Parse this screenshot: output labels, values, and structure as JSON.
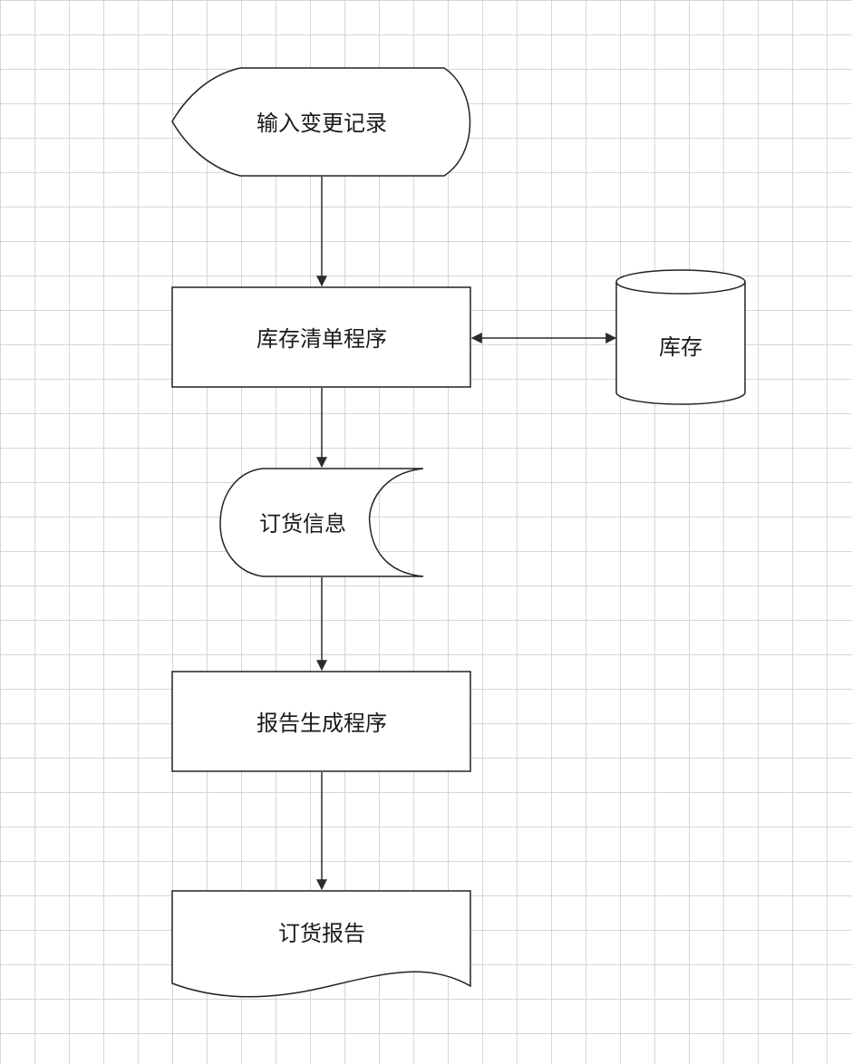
{
  "diagram": {
    "nodes": [
      {
        "id": "input",
        "shape": "display",
        "label": "输入变更记录"
      },
      {
        "id": "inventory_program",
        "shape": "process",
        "label": "库存清单程序"
      },
      {
        "id": "inventory",
        "shape": "database",
        "label": "库存"
      },
      {
        "id": "order_info",
        "shape": "stored-data",
        "label": "订货信息"
      },
      {
        "id": "report_program",
        "shape": "process",
        "label": "报告生成程序"
      },
      {
        "id": "order_report",
        "shape": "document",
        "label": "订货报告"
      }
    ],
    "edges": [
      {
        "from": "input",
        "to": "inventory_program",
        "direction": "forward"
      },
      {
        "from": "inventory_program",
        "to": "inventory",
        "direction": "both"
      },
      {
        "from": "inventory_program",
        "to": "order_info",
        "direction": "forward"
      },
      {
        "from": "order_info",
        "to": "report_program",
        "direction": "forward"
      },
      {
        "from": "report_program",
        "to": "order_report",
        "direction": "forward"
      }
    ],
    "style": {
      "grid_color": "#d6d6d6",
      "stroke_color": "#222222",
      "fill_color": "#ffffff",
      "text_color": "#1a1a1a"
    }
  }
}
